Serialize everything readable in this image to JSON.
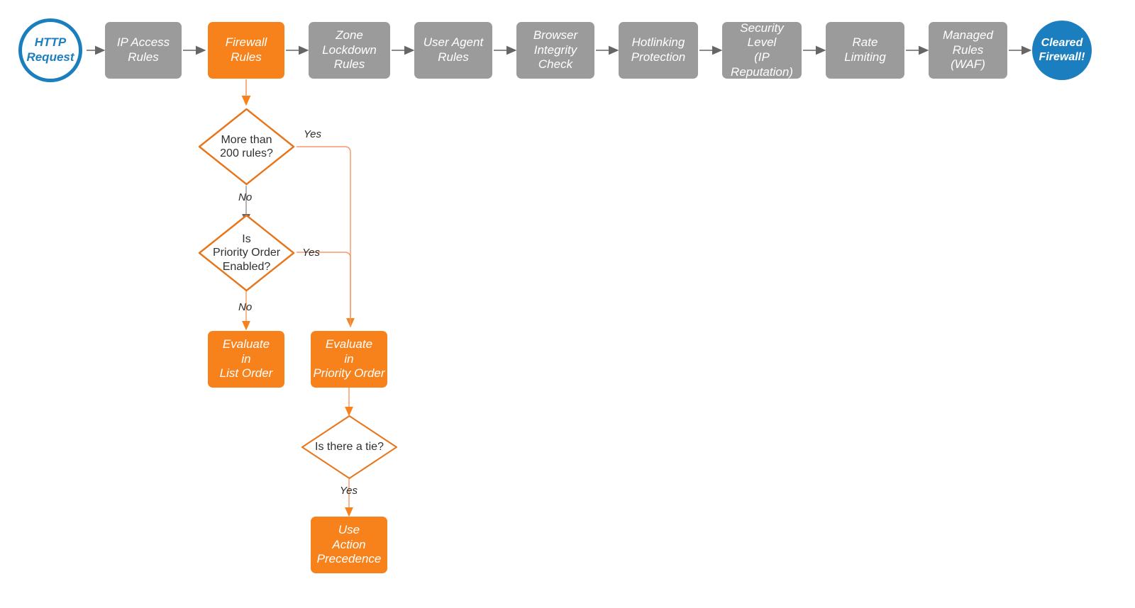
{
  "diagram": {
    "title": "Cloudflare Firewall Rules Evaluation Flow",
    "colors": {
      "gray": "#9b9b9b",
      "orange": "#f7821b",
      "blue": "#1b7fbf",
      "orange_stroke": "#e8751a",
      "orange_connector": "#f79a6b",
      "gray_connector": "#666666",
      "white": "#ffffff",
      "text_dark": "#303030",
      "background": "#ffffff"
    },
    "pipeline": {
      "start": {
        "label": "HTTP\nRequest",
        "shape": "circle",
        "style": "start"
      },
      "steps": [
        {
          "label": "IP Access\nRules",
          "shape": "process",
          "style": "gray"
        },
        {
          "label": "Firewall\nRules",
          "shape": "process",
          "style": "orange"
        },
        {
          "label": "Zone\nLockdown\nRules",
          "shape": "process",
          "style": "gray"
        },
        {
          "label": "User Agent\nRules",
          "shape": "process",
          "style": "gray"
        },
        {
          "label": "Browser\nIntegrity\nCheck",
          "shape": "process",
          "style": "gray"
        },
        {
          "label": "Hotlinking\nProtection",
          "shape": "process",
          "style": "gray"
        },
        {
          "label": "Security\nLevel\n(IP Reputation)",
          "shape": "process",
          "style": "gray"
        },
        {
          "label": "Rate\nLimiting",
          "shape": "process",
          "style": "gray"
        },
        {
          "label": "Managed\nRules\n(WAF)",
          "shape": "process",
          "style": "gray"
        }
      ],
      "end": {
        "label": "Cleared\nFirewall!",
        "shape": "circle",
        "style": "end"
      }
    },
    "branch": {
      "decision_rule_count": {
        "label": "More than\n200 rules?",
        "shape": "decision"
      },
      "decision_priority_order": {
        "label": "Is\nPriority Order\nEnabled?",
        "shape": "decision"
      },
      "decision_tie": {
        "label": "Is there a tie?",
        "shape": "decision"
      },
      "result_list_order": {
        "label": "Evaluate\nin\nList Order",
        "shape": "process",
        "style": "orange"
      },
      "result_priority_order": {
        "label": "Evaluate\nin\nPriority Order",
        "shape": "process",
        "style": "orange"
      },
      "result_action_precedence": {
        "label": "Use\nAction\nPrecedence",
        "shape": "process",
        "style": "orange"
      }
    },
    "edge_labels": {
      "rule_count_yes": "Yes",
      "rule_count_no": "No",
      "priority_order_yes": "Yes",
      "priority_order_no": "No",
      "tie_yes": "Yes"
    }
  }
}
